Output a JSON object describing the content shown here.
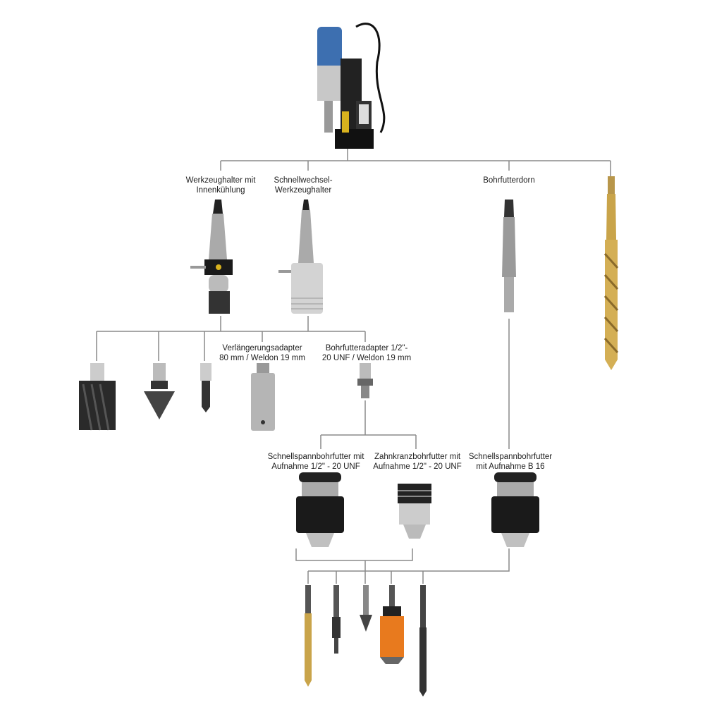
{
  "title": "Magnetbohrmaschine Zubehör",
  "labels": {
    "holder_cooling": [
      "Werkzeughalter mit",
      "Innenkühlung"
    ],
    "quick_change": [
      "Schnellwechsel-",
      "Werkzeughalter"
    ],
    "arbor": [
      "Bohrfutterdorn"
    ],
    "extension": [
      "Verlängerungsadapter",
      "80 mm / Weldon 19 mm"
    ],
    "chuck_adapter": [
      "Bohrfutteradapter 1/2\"-",
      "20 UNF / Weldon 19 mm"
    ],
    "keyless_chuck_unf": [
      "Schnellspannbohrfutter mit",
      "Aufnahme 1/2\" - 20 UNF"
    ],
    "key_chuck_unf": [
      "Zahnkranzbohrfutter mit",
      "Aufnahme 1/2\" - 20 UNF"
    ],
    "keyless_chuck_b16": [
      "Schnellspannbohrfutter",
      "mit Aufnahme B 16"
    ]
  },
  "colors": {
    "drill_blue": "#3d6fb0",
    "gold": "#c9a44a",
    "orange": "#e87a1e",
    "line": "#888888"
  }
}
